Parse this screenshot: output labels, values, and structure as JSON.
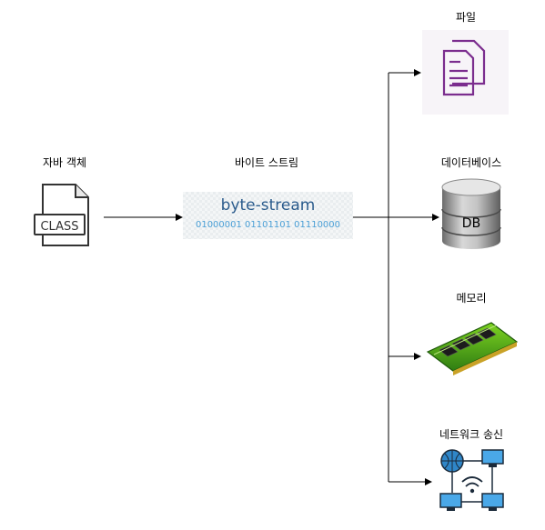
{
  "diagram": {
    "source": {
      "label": "자바 객체",
      "icon": "class-file-icon",
      "icon_text": "CLASS"
    },
    "stream": {
      "label": "바이트 스트림",
      "title": "byte-stream",
      "bits": "01000001 01101101 01110000"
    },
    "targets": [
      {
        "label": "파일",
        "icon": "documents-icon"
      },
      {
        "label": "데이터베이스",
        "icon": "database-icon",
        "icon_text": "DB"
      },
      {
        "label": "메모리",
        "icon": "memory-module-icon"
      },
      {
        "label": "네트워크 송신",
        "icon": "network-icon"
      }
    ]
  }
}
